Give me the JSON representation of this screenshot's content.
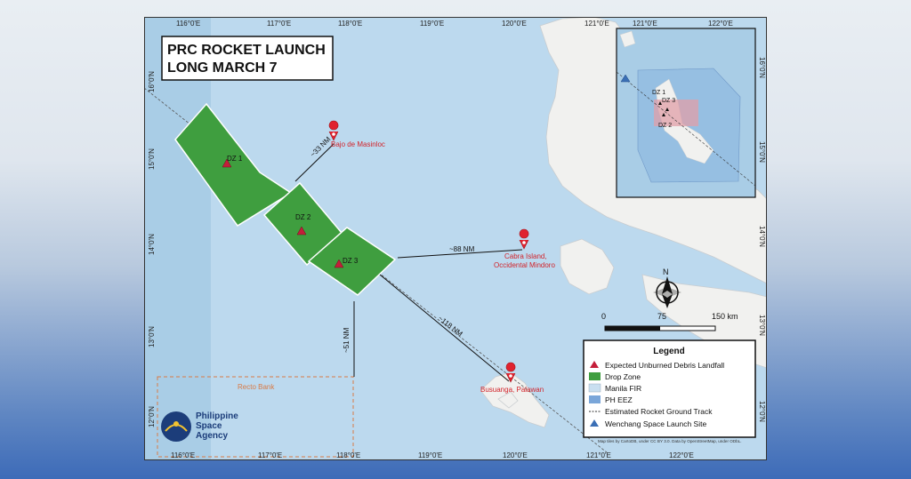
{
  "title": {
    "line1": "PRC ROCKET LAUNCH",
    "line2": "LONG MARCH 7"
  },
  "axis_labels": {
    "top": [
      "116°0'E",
      "117°0'E",
      "118°0'E",
      "119°0'E",
      "120°0'E",
      "121°0'E"
    ],
    "bottom": [
      "116°0'E",
      "117°0'E",
      "118°0'E",
      "119°0'E",
      "120°0'E",
      "121°0'E",
      "122°0'E"
    ],
    "left": [
      "16°0'N",
      "15°0'N",
      "14°0'N",
      "13°0'N",
      "12°0'N"
    ],
    "right_main": [
      "14°0'N",
      "13°0'N",
      "12°0'N"
    ],
    "inset_top": [
      "121°0'E",
      "122°0'E"
    ],
    "inset_right": [
      "16°0'N",
      "15°0'N"
    ]
  },
  "drop_zones": [
    "DZ 1",
    "DZ 2",
    "DZ 3"
  ],
  "locations": {
    "bajo": "Bajo de Masinloc",
    "cabra_1": "Cabra Island,",
    "cabra_2": "Occidental Mindoro",
    "busuanga": "Busuanga, Palawan",
    "recto": "Recto Bank"
  },
  "distances": {
    "bajo": "~33 NM",
    "cabra": "~88 NM",
    "recto": "~51 NM",
    "busuanga": "~118 NM"
  },
  "scale": {
    "zero": "0",
    "mid": "75",
    "end": "150 km"
  },
  "north": "N",
  "legend": {
    "title": "Legend",
    "items": [
      "Expected Unburned Debris Landfall",
      "Drop Zone",
      "Manila FIR",
      "PH EEZ",
      "Estimated Rocket Ground Track",
      "Wenchang Space Launch Site"
    ]
  },
  "attribution": "Map tiles by CartoDB, under CC BY 3.0. Data by OpenStreetMap, under ODbL.",
  "agency": {
    "line1": "Philippine",
    "line2": "Space",
    "line3": "Agency"
  },
  "colors": {
    "sea": "#a9cde6",
    "land": "#f1f1ef",
    "zone": "#3f9e3f",
    "pin": "#e0232f",
    "fir": "#c9dff0",
    "eez": "#7aa6d9"
  }
}
